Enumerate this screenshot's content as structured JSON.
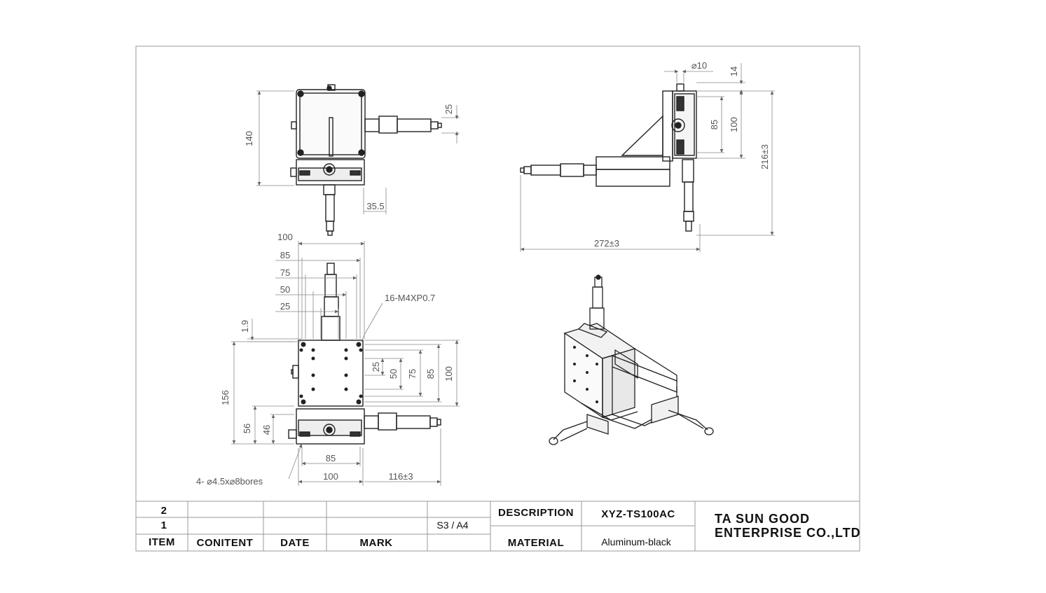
{
  "dimensions": {
    "top_view": {
      "height": "140",
      "knob_offset": "25",
      "edge": "35.5"
    },
    "side_view": {
      "diameter": "⌀10",
      "top": "14",
      "h85": "85",
      "h100": "100",
      "total_height": "216±3",
      "total_width": "272±3"
    },
    "front_view": {
      "w100": "100",
      "w85": "85",
      "w75": "75",
      "w50": "50",
      "w25": "25",
      "offset": "1.9",
      "thread": "16-M4XP0.7",
      "v25": "25",
      "v50": "50",
      "v75": "75",
      "v85": "85",
      "v100": "100",
      "h156": "156",
      "h56": "56",
      "h46": "46",
      "bottom85": "85",
      "bottom100": "100",
      "reach": "116±3",
      "bores": "4- ⌀4.5x⌀8bores"
    }
  },
  "title_block": {
    "rows": [
      "2",
      "1"
    ],
    "headers": {
      "item": "ITEM",
      "content": "CONITENT",
      "date": "DATE",
      "mark": "MARK"
    },
    "sheet": "S3 / A4",
    "description_label": "DESCRIPTION",
    "description_value": "XYZ-TS100AC",
    "material_label": "MATERIAL",
    "material_value": "Aluminum-black",
    "company_line1": "TA SUN GOOD",
    "company_line2": "ENTERPRISE CO.,LTD"
  }
}
